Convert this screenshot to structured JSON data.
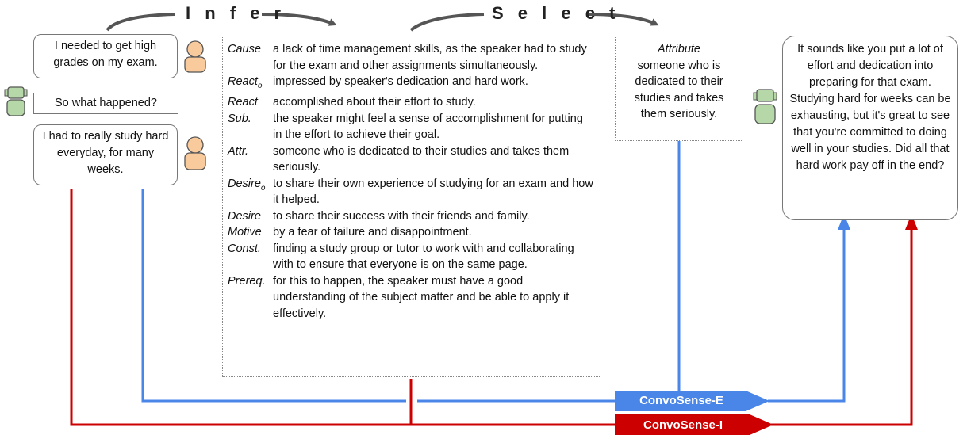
{
  "stages": {
    "infer_label": "I n f e r",
    "select_label": "S e l e c t"
  },
  "dialogue": {
    "user_turn_1": "I needed to get high grades on my exam.",
    "bot_turn_1": "So what happened?",
    "user_turn_2": "I had to really study hard everyday, for many weeks."
  },
  "inferences": [
    {
      "key": "Cause",
      "sub": "",
      "value": "a lack of time management skills, as the speaker had to study for the exam and other assignments simultaneously."
    },
    {
      "key": "React",
      "sub": "o",
      "value": "impressed by speaker's dedication and hard work."
    },
    {
      "key": "React",
      "sub": "",
      "value": "accomplished about their effort to study."
    },
    {
      "key": "Sub.",
      "sub": "",
      "value": "the speaker might feel a sense of accomplishment for putting in the effort to achieve their goal."
    },
    {
      "key": "Attr.",
      "sub": "",
      "value": "someone who is dedicated to their studies and takes them seriously."
    },
    {
      "key": "Desire",
      "sub": "o",
      "value": "to share their own experience of studying for an exam and how it helped."
    },
    {
      "key": "Desire",
      "sub": "",
      "value": "to share their success with their friends and family."
    },
    {
      "key": "Motive",
      "sub": "",
      "value": "by a fear of failure and disappointment."
    },
    {
      "key": "Const.",
      "sub": "",
      "value": "finding a study group or tutor to work with and collaborating with to ensure that everyone is on the same page."
    },
    {
      "key": "Prereq.",
      "sub": "",
      "value": "for this to happen, the speaker must have a good understanding of the subject matter and be able to apply it effectively."
    }
  ],
  "selected": {
    "title": "Attribute",
    "text": "someone who is dedicated to their studies and takes them seriously."
  },
  "response": "It sounds like you put a lot of effort and dedication into preparing for that exam. Studying hard for weeks can be exhausting, but it's great to see that you're committed to doing well in your studies. Did all that hard work pay off in the end?",
  "models": {
    "explicit": {
      "label": "ConvoSense-E",
      "color": "#4a86e8"
    },
    "implicit": {
      "label": "ConvoSense-I",
      "color": "#cc0000"
    }
  },
  "icons": {
    "user": "person-icon",
    "bot": "robot-icon",
    "user_color": "#f9cb9c",
    "bot_color": "#b6d7a8"
  }
}
